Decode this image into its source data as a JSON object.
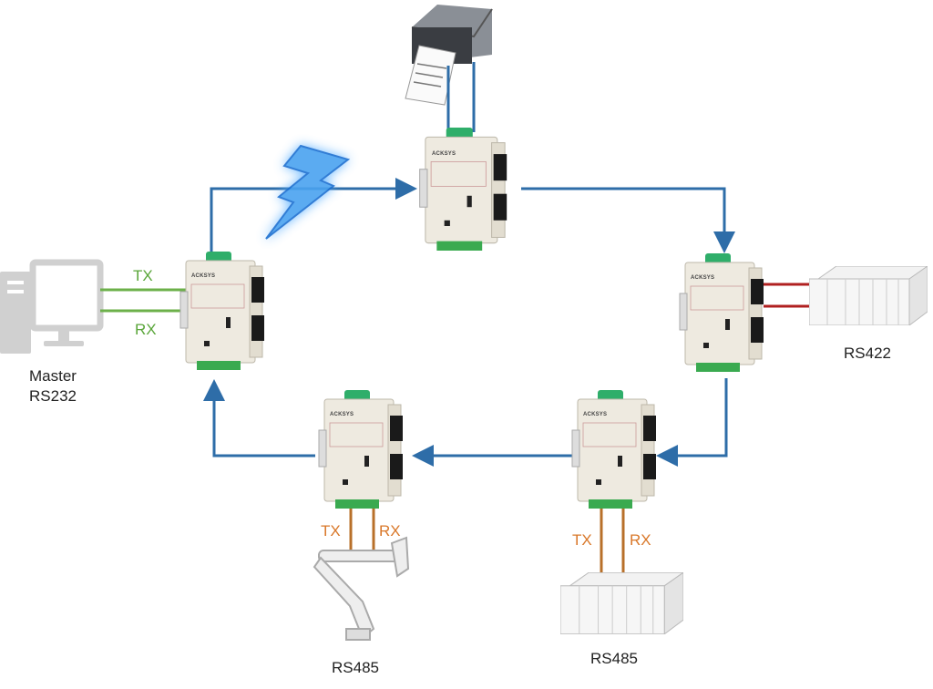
{
  "labels": {
    "master_line1": "Master",
    "master_line2": "RS232",
    "pc_tx": "TX",
    "pc_rx": "RX",
    "rs422": "RS422",
    "robot_tx": "TX",
    "robot_rx": "RX",
    "robot_bus": "RS485",
    "plc_tx": "TX",
    "plc_rx": "RX",
    "plc_bus": "RS485"
  },
  "device_brand": "ACKSYS",
  "colors": {
    "ring_link": "#2e6da8",
    "rs232_link": "#6cb04a",
    "rs422_link": "#b02020",
    "rs485_link": "#b8702a",
    "wireless": "#2a7de1"
  }
}
